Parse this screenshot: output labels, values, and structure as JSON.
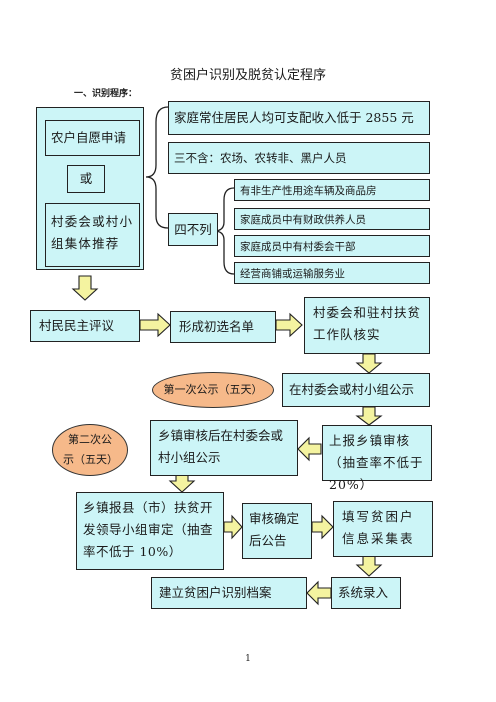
{
  "document": {
    "title": "贫困户识别及脱贫认定程序",
    "section_heading": "一、识别程序：",
    "page_number": "1"
  },
  "flow": {
    "apply": "农户自愿申请",
    "or": "或",
    "recommend": "村委会或村小组集体推荐",
    "income_criterion": "家庭常住居民人均可支配收入低于 2855 元",
    "three_excludes": "三不含：农场、农转非、黑户人员",
    "four_not_included": {
      "label": "四不列",
      "items": [
        "有非生产性用途车辆及商品房",
        "家庭成员中有财政供养人员",
        "家庭成员中有村委会干部",
        "经营商铺或运输服务业"
      ]
    },
    "villager_review": "村民民主评议",
    "initial_list": "形成初选名单",
    "verify": "村委会和驻村扶贫工作队核实",
    "first_notice_badge": "第一次公示（五天）",
    "first_notice": "在村委会或村小组公示",
    "report_township": "上报乡镇审核（抽查率不低于 20%）",
    "township_review_notice": "乡镇审核后在村委会或村小组公示",
    "second_notice_badge": "第二次公示（五天）",
    "county_review": "乡镇报县（市）扶贫开发领导小组审定（抽查率不低于 10%）",
    "approval_notice": "审核确定后公告",
    "fill_form": "填写贫困户信息采集表",
    "system_entry": "系统录入",
    "archive": "建立贫困户识别档案"
  }
}
